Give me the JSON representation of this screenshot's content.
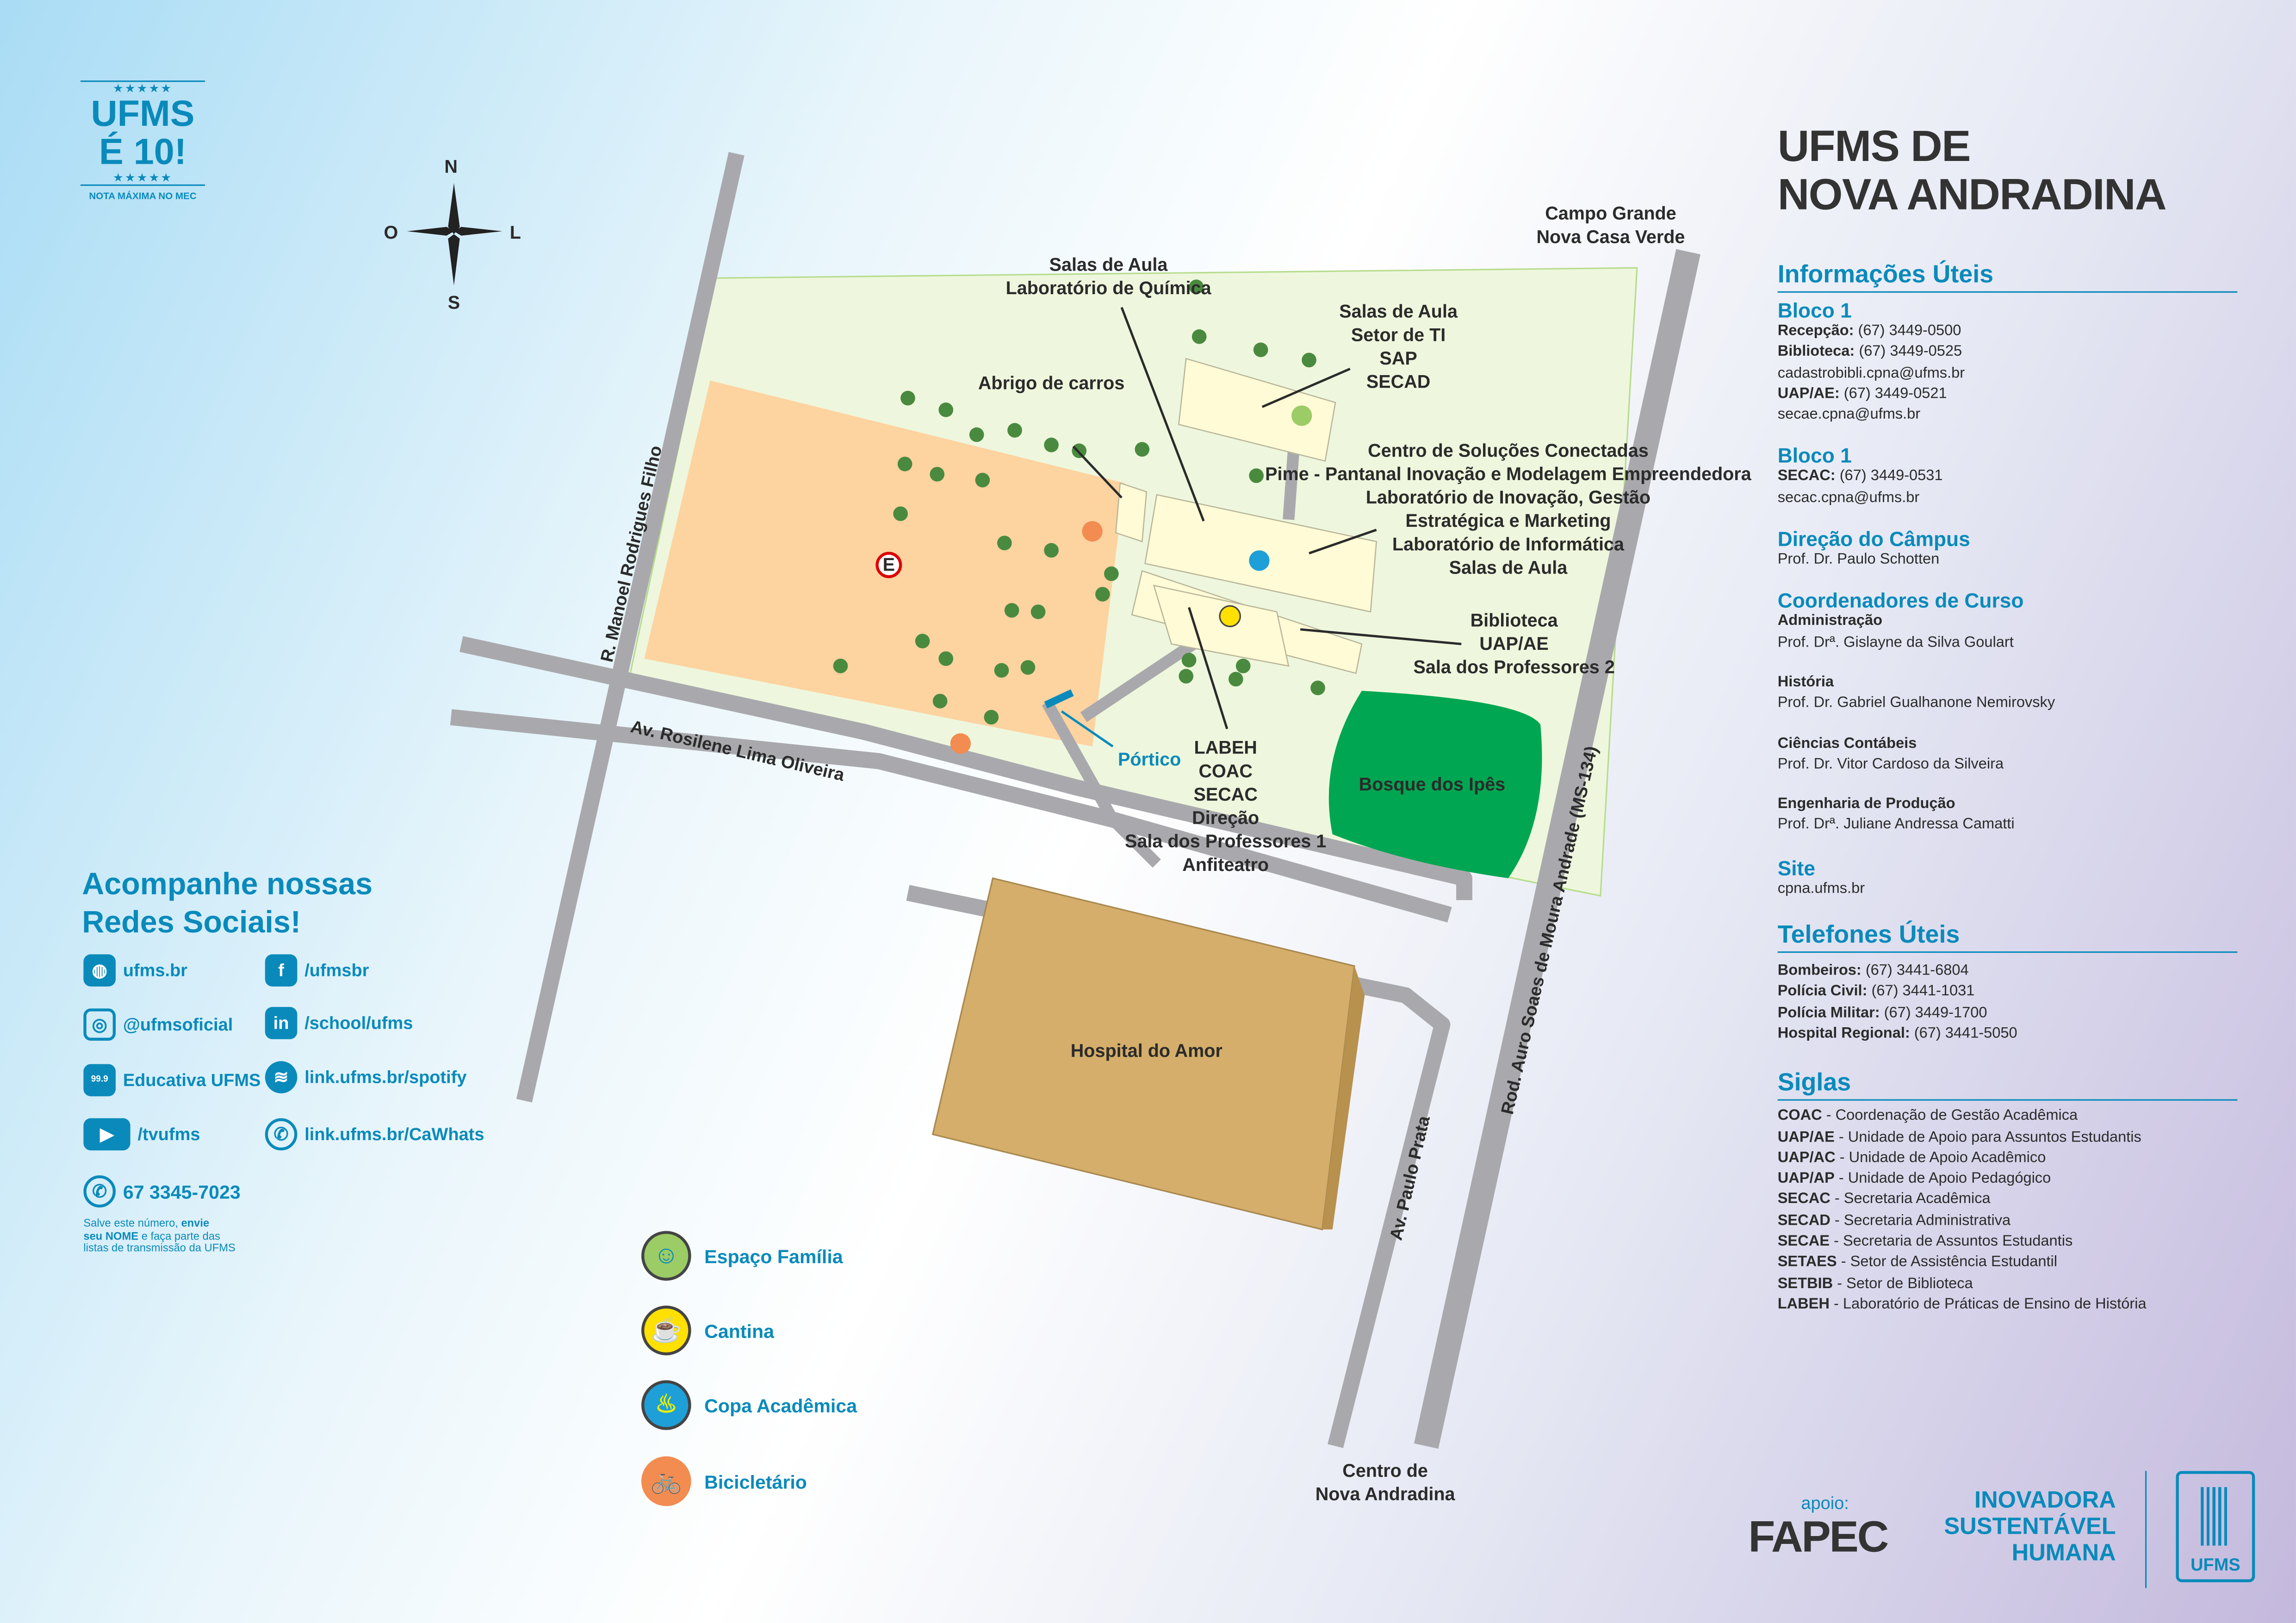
{
  "brand": {
    "line1": "UFMS",
    "line2": "É 10!",
    "stars": "★★★★★",
    "tagline": "NOTA MÁXIMA NO MEC"
  },
  "compass": {
    "n": "N",
    "s": "S",
    "o": "O",
    "l": "L"
  },
  "map": {
    "labels": {
      "campo_grande": [
        "Campo Grande",
        "Nova Casa Verde"
      ],
      "salas_quimica": [
        "Salas de Aula",
        "Laboratório de Química"
      ],
      "salas_ti": [
        "Salas de Aula",
        "Setor de TI",
        "SAP",
        "SECAD"
      ],
      "abrigo": "Abrigo de carros",
      "centro": [
        "Centro de Soluções Conectadas",
        "Pime - Pantanal Inovação e Modelagem Empreendedora",
        "Laboratório de Inovação, Gestão",
        "Estratégica e Marketing",
        "Laboratório de Informática",
        "Salas de Aula"
      ],
      "biblioteca": [
        "Biblioteca",
        "UAP/AE",
        "Sala dos Professores 2"
      ],
      "labeh": [
        "LABEH",
        "COAC",
        "SECAC",
        "Direção",
        "Sala dos Professores 1",
        "Anfiteatro"
      ],
      "portico": "Pórtico",
      "bosque": "Bosque dos Ipês",
      "hospital": "Hospital do Amor",
      "centro_na": [
        "Centro de",
        "Nova Andradina"
      ],
      "estacionamento": "E"
    },
    "roads": {
      "manoel": "R. Manoel Rodrigues Filho",
      "rosilene": "Av. Rosilene Lima Oliveira",
      "paulo_prata": "Av. Paulo Prata",
      "auro": "Rod. Auro Soaes de Moura Andrade (MS-134)"
    },
    "colors": {
      "parking": "#fdd3a0",
      "campus": "#eef7dd",
      "building": "#fffbd6",
      "bosque": "#00a651",
      "hospital": "#d4ae6a",
      "road": "#a9a9ad",
      "tree": "#4a8a3f"
    }
  },
  "legend": [
    {
      "label": "Espaço Família",
      "icon": "family-icon",
      "color": "#9ccc65"
    },
    {
      "label": "Cantina",
      "icon": "coffee-cup-icon",
      "color": "#ffe000"
    },
    {
      "label": "Copa Acadêmica",
      "icon": "bowl-icon",
      "color": "#1e9fd8"
    },
    {
      "label": "Bicicletário",
      "icon": "bicycle-icon",
      "color": "#f28c50"
    }
  ],
  "social": {
    "title1": "Acompanhe nossas",
    "title2": "Redes Sociais!",
    "items": [
      {
        "label": "ufms.br",
        "icon": "globe-icon"
      },
      {
        "label": "/ufmsbr",
        "icon": "facebook-icon"
      },
      {
        "label": "@ufmsoficial",
        "icon": "instagram-icon"
      },
      {
        "label": "/school/ufms",
        "icon": "linkedin-icon"
      },
      {
        "label": "Educativa UFMS",
        "icon": "radio-icon",
        "badge": "99.9"
      },
      {
        "label": "link.ufms.br/spotify",
        "icon": "spotify-icon"
      },
      {
        "label": "/tvufms",
        "icon": "youtube-icon"
      },
      {
        "label": "link.ufms.br/CaWhats",
        "icon": "whatsapp-icon"
      }
    ],
    "phone": "67 3345-7023",
    "note_a": "Salve este número, ",
    "note_b": "envie",
    "note_c": "seu NOME",
    "note_d": " e faça parte das",
    "note_e": "listas de transmissão da UFMS"
  },
  "info": {
    "title1": "UFMS DE",
    "title2": "NOVA ANDRADINA",
    "heading": "Informações Úteis",
    "bloco1a": {
      "title": "Bloco 1",
      "rows": [
        {
          "k": "Recepção:",
          "v": " (67) 3449-0500"
        },
        {
          "k": "Biblioteca:",
          "v": " (67) 3449-0525"
        },
        {
          "k": "",
          "v": "cadastrobibli.cpna@ufms.br"
        },
        {
          "k": "UAP/AE:",
          "v": " (67) 3449-0521"
        },
        {
          "k": "",
          "v": "secae.cpna@ufms.br"
        }
      ]
    },
    "bloco1b": {
      "title": "Bloco 1",
      "rows": [
        {
          "k": "SECAC:",
          "v": " (67) 3449-0531"
        },
        {
          "k": "",
          "v": "secac.cpna@ufms.br"
        }
      ]
    },
    "direcao": {
      "title": "Direção do Câmpus",
      "name": "Prof. Dr. Paulo Schotten"
    },
    "coord": {
      "title": "Coordenadores de Curso",
      "items": [
        {
          "course": "Administração",
          "name": "Prof. Drª. Gislayne da Silva Goulart"
        },
        {
          "course": "História",
          "name": "Prof. Dr. Gabriel Gualhanone Nemirovsky"
        },
        {
          "course": "Ciências Contábeis",
          "name": "Prof. Dr. Vitor Cardoso da Silveira"
        },
        {
          "course": "Engenharia de Produção",
          "name": "Prof. Drª. Juliane Andressa Camatti"
        }
      ]
    },
    "site": {
      "title": "Site",
      "url": "cpna.ufms.br"
    },
    "phones": {
      "title": "Telefones Úteis",
      "rows": [
        {
          "k": "Bombeiros:",
          "v": " (67) 3441-6804"
        },
        {
          "k": "Polícia Civil:",
          "v": " (67) 3441-1031"
        },
        {
          "k": "Polícia Militar:",
          "v": " (67) 3449-1700"
        },
        {
          "k": "Hospital Regional:",
          "v": " (67) 3441-5050"
        }
      ]
    },
    "siglas": {
      "title": "Siglas",
      "rows": [
        {
          "k": "COAC",
          "v": " - Coordenação de Gestão Acadêmica"
        },
        {
          "k": "UAP/AE",
          "v": " - Unidade de Apoio para Assuntos Estudantis"
        },
        {
          "k": "UAP/AC",
          "v": " - Unidade de Apoio Acadêmico"
        },
        {
          "k": "UAP/AP",
          "v": " - Unidade de Apoio Pedagógico"
        },
        {
          "k": "SECAC",
          "v": " - Secretaria Acadêmica"
        },
        {
          "k": "SECAD",
          "v": " - Secretaria Administrativa"
        },
        {
          "k": "SECAE",
          "v": " - Secretaria de Assuntos Estudantis"
        },
        {
          "k": "SETAES",
          "v": " - Setor de Assistência Estudantil"
        },
        {
          "k": "SETBIB",
          "v": " - Setor de Biblioteca"
        },
        {
          "k": "LABEH",
          "v": " - Laboratório de Práticas de Ensino de História"
        }
      ]
    }
  },
  "footer": {
    "apoio": "apoio:",
    "fapec": "FAPEC",
    "slogan": [
      "INOVADORA",
      "SUSTENTÁVEL",
      "HUMANA"
    ],
    "ufms": "UFMS"
  }
}
